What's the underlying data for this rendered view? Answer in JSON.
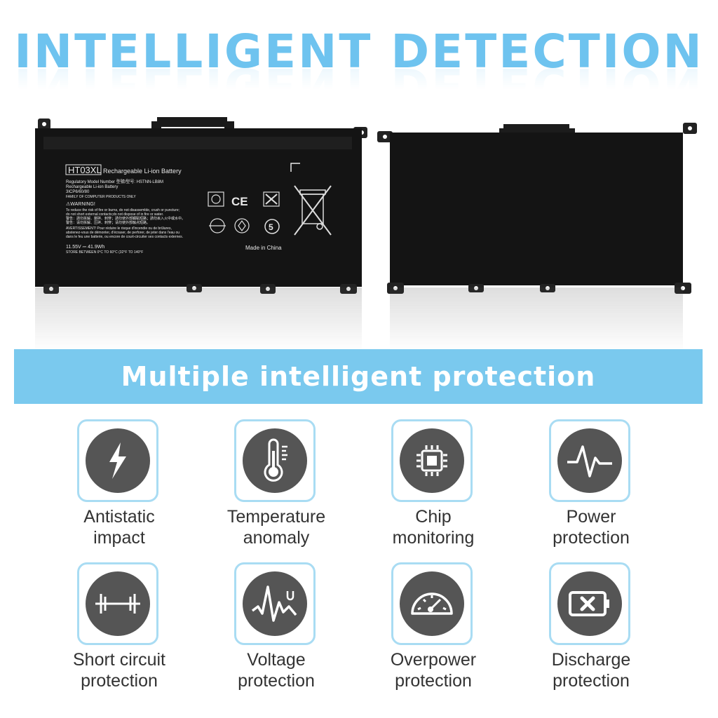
{
  "headline": "INTELLIGENT DETECTION",
  "battery_label": {
    "model": "HT03XL",
    "product": "Rechargeable Li-ion Battery",
    "regulatory": "Regulatory Model Number 型號/型号: HSTNN-LB8M",
    "type": "Rechargeable Li-ion Battery",
    "cells": "3ICP6/60/80",
    "family": "FAMILY OF COMPUTER PRODUCTS ONLY",
    "warning": "⚠WARNING!",
    "warning_1": "To reduce the risk of fire or burns, do not disassemble, crush or puncture;",
    "warning_2": "do not short external contacts;do not dispose of in fire or water.",
    "warning_3": "警告：請勿拆解、壓碎、刺穿；請勿使外部觸點短路；請勿丟入火中或水中。",
    "warning_4": "警告：请勿拆解、压碎、刺穿；请勿使外部触点短路。",
    "warning_5": "AVERTISSEMENT! Pour réduire le risque d'incendie ou de brûlures,",
    "warning_6": "abstenez-vous de démonter, d'écraser, de perforer, de jeter dans l'eau ou",
    "warning_7": "dans le feu une batterie, ou encore de court-circuiter ses contacts externes.",
    "rating": "11.55V ⎓ 41.9Wh",
    "storage": "STORE BETWEEN 0°C TO 60°C (32°F TO 140°F",
    "origin": "Made in China"
  },
  "banner": "Multiple intelligent protection",
  "features": [
    {
      "line1": "Antistatic",
      "line2": "impact",
      "icon": "lightning-icon"
    },
    {
      "line1": "Temperature",
      "line2": "anomaly",
      "icon": "thermometer-icon"
    },
    {
      "line1": "Chip",
      "line2": "monitoring",
      "icon": "chip-icon"
    },
    {
      "line1": "Power",
      "line2": "protection",
      "icon": "pulse-icon"
    },
    {
      "line1": "Short circuit",
      "line2": "protection",
      "icon": "short-circuit-icon"
    },
    {
      "line1": "Voltage",
      "line2": "protection",
      "icon": "voltage-wave-icon"
    },
    {
      "line1": "Overpower",
      "line2": "protection",
      "icon": "gauge-icon"
    },
    {
      "line1": "Discharge",
      "line2": "protection",
      "icon": "battery-x-icon"
    }
  ],
  "colors": {
    "headline": "#6ec3ef",
    "banner": "#7ac9ee",
    "icon_border": "#a9dcf3",
    "icon_fill": "#555555",
    "battery_body": "#141414"
  }
}
